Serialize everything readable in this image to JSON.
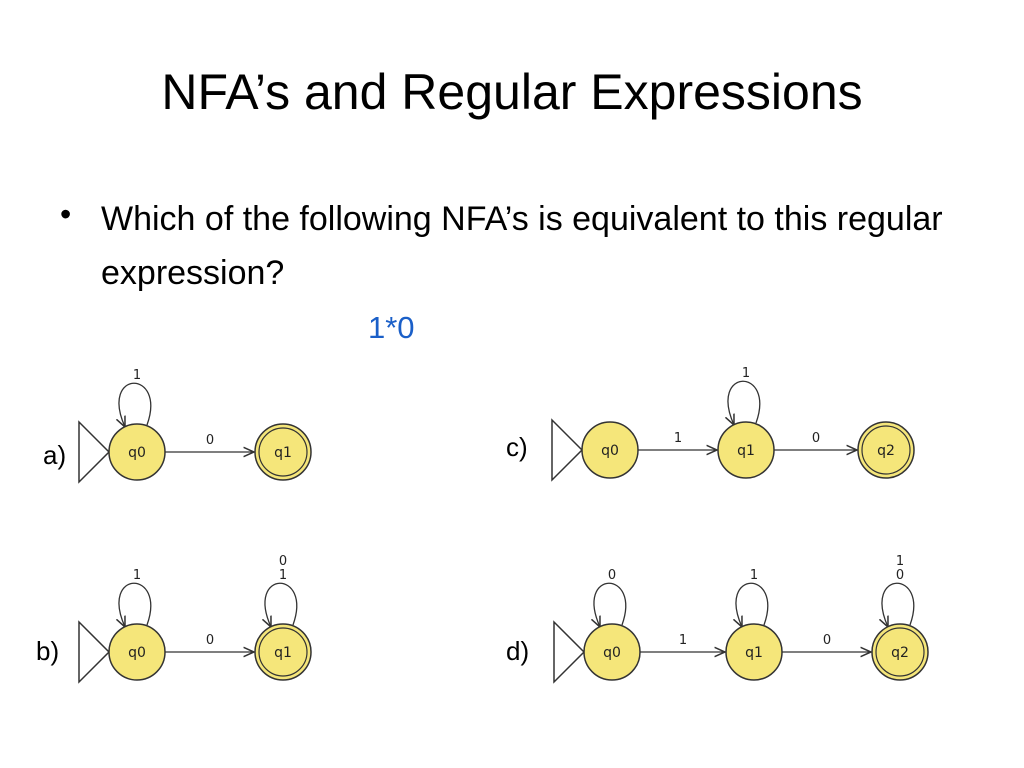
{
  "slide": {
    "title": "NFA’s and Regular Expressions",
    "bullet_symbol": "•",
    "bullet_text": "Which of the following NFA’s is equivalent to this regular expression?",
    "regex": "1*0",
    "colors": {
      "regex": "#1a5fc8",
      "state_fill": "#f5e67a",
      "state_stroke": "#333333",
      "edge": "#333333"
    }
  },
  "options": [
    {
      "label": "a)",
      "states": [
        "q0",
        "q1"
      ],
      "initial": "q0",
      "final": [
        "q1"
      ],
      "transitions": [
        {
          "from": "q0",
          "to": "q0",
          "symbols": [
            "1"
          ]
        },
        {
          "from": "q0",
          "to": "q1",
          "symbols": [
            "0"
          ]
        }
      ]
    },
    {
      "label": "b)",
      "states": [
        "q0",
        "q1"
      ],
      "initial": "q0",
      "final": [
        "q1"
      ],
      "transitions": [
        {
          "from": "q0",
          "to": "q0",
          "symbols": [
            "1"
          ]
        },
        {
          "from": "q0",
          "to": "q1",
          "symbols": [
            "0"
          ]
        },
        {
          "from": "q1",
          "to": "q1",
          "symbols": [
            "0",
            "1"
          ]
        }
      ]
    },
    {
      "label": "c)",
      "states": [
        "q0",
        "q1",
        "q2"
      ],
      "initial": "q0",
      "final": [
        "q2"
      ],
      "transitions": [
        {
          "from": "q0",
          "to": "q1",
          "symbols": [
            "1"
          ]
        },
        {
          "from": "q1",
          "to": "q1",
          "symbols": [
            "1"
          ]
        },
        {
          "from": "q1",
          "to": "q2",
          "symbols": [
            "0"
          ]
        }
      ]
    },
    {
      "label": "d)",
      "states": [
        "q0",
        "q1",
        "q2"
      ],
      "initial": "q0",
      "final": [
        "q2"
      ],
      "transitions": [
        {
          "from": "q0",
          "to": "q0",
          "symbols": [
            "0"
          ]
        },
        {
          "from": "q0",
          "to": "q1",
          "symbols": [
            "1"
          ]
        },
        {
          "from": "q1",
          "to": "q1",
          "symbols": [
            "1"
          ]
        },
        {
          "from": "q1",
          "to": "q2",
          "symbols": [
            "0"
          ]
        },
        {
          "from": "q2",
          "to": "q2",
          "symbols": [
            "1",
            "0"
          ]
        }
      ]
    }
  ]
}
